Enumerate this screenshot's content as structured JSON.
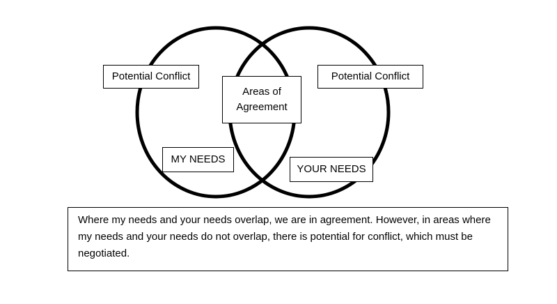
{
  "diagram": {
    "left_circle": {
      "conflict_label": "Potential Conflict",
      "needs_label": "MY NEEDS"
    },
    "right_circle": {
      "conflict_label": "Potential Conflict",
      "needs_label": "YOUR NEEDS"
    },
    "overlap_label": "Areas of Agreement"
  },
  "caption": "Where my needs and your needs overlap, we are in agreement. However, in areas where my needs and your needs do not overlap, there is potential for conflict, which must be negotiated."
}
